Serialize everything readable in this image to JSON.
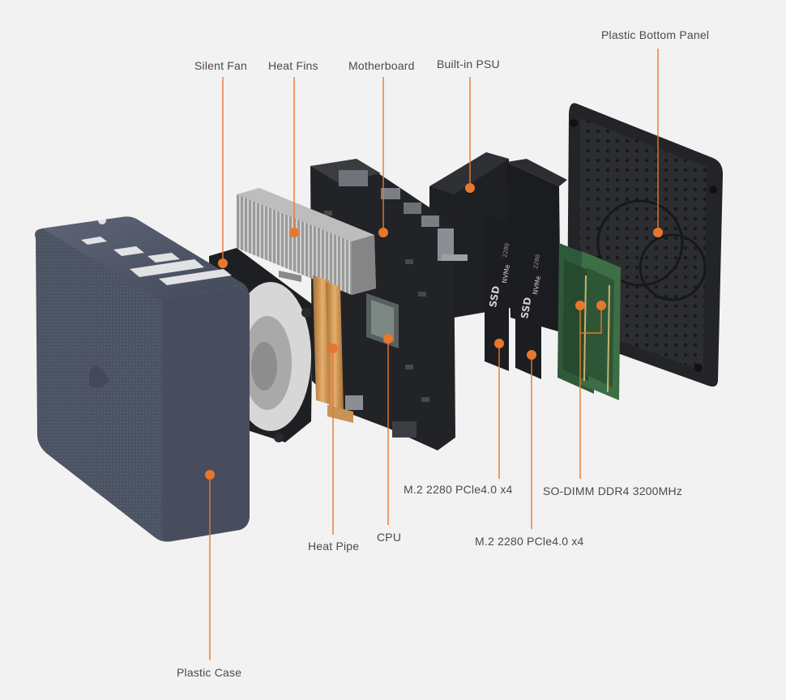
{
  "accent_color": "#e8772e",
  "labels": {
    "plastic_bottom_panel": "Plastic Bottom Panel",
    "silent_fan": "Silent Fan",
    "heat_fins": "Heat Fins",
    "motherboard": "Motherboard",
    "built_in_psu": "Built-in PSU",
    "m2_slot_a": "M.2 2280 PCle4.0 x4",
    "m2_slot_b": "M.2 2280 PCle4.0 x4",
    "so_dimm": "SO-DIMM DDR4 3200MHz",
    "heat_pipe": "Heat Pipe",
    "cpu": "CPU",
    "plastic_case": "Plastic Case"
  },
  "ssd_text": {
    "brand": "SSD",
    "type": "NVMe",
    "form": "2280"
  }
}
